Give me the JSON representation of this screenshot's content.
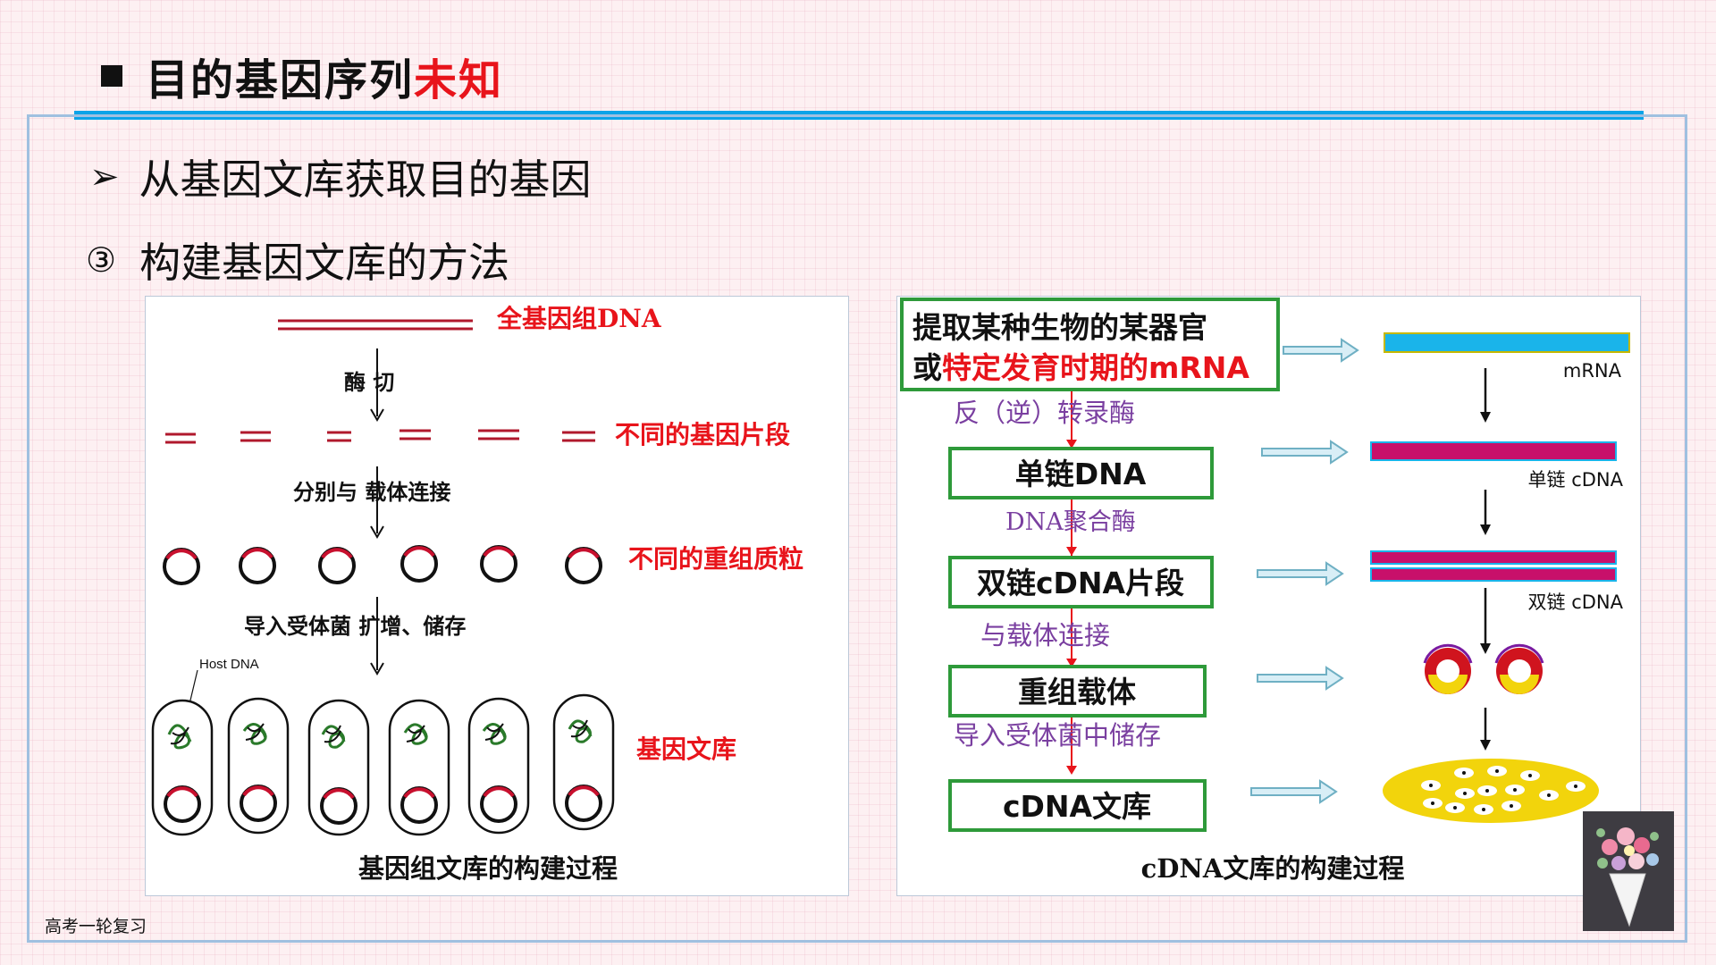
{
  "slide": {
    "title_black": "目的基因序列",
    "title_red": "未知",
    "bullet_text": "从基因文库获取目的基因",
    "step_num": "③",
    "step_text": "构建基因文库的方法",
    "footer": "高考一轮复习"
  },
  "genomic": {
    "label_dna": "全基因组DNA",
    "step_enzyme": "酶 切",
    "label_fragments": "不同的基因片段",
    "step_connect": "分别与 载体连接",
    "label_plasmids": "不同的重组质粒",
    "step_import": "导入受体菌 扩增、储存",
    "host_dna": "Host DNA",
    "label_library": "基因文库",
    "caption": "基因组文库的构建过程"
  },
  "cdna": {
    "box1_line1": "提取某种生物的某器官",
    "box1_line2_black": "或",
    "box1_line2_red": "特定发育时期的mRNA",
    "enzyme1": "反（逆）转录酶",
    "box2": "单链DNA",
    "enzyme2": "DNA聚合酶",
    "box3": "双链cDNA片段",
    "enzyme3": "与载体连接",
    "box4": "重组载体",
    "enzyme4": "导入受体菌中储存",
    "box5": "cDNA文库",
    "label_mrna": "mRNA",
    "label_ss": "单链 cDNA",
    "label_ds": "双链 cDNA",
    "caption": "cDNA文库的构建过程"
  },
  "colors": {
    "title_red": "#e8141b",
    "accent_blue": "#0aa3e8",
    "box_green": "#2e9a3a",
    "enzyme_purple": "#7a3fa0",
    "mrna_blue": "#1ab4ea",
    "cdna_magenta": "#c8106a",
    "library_yellow": "#f2d40c"
  }
}
